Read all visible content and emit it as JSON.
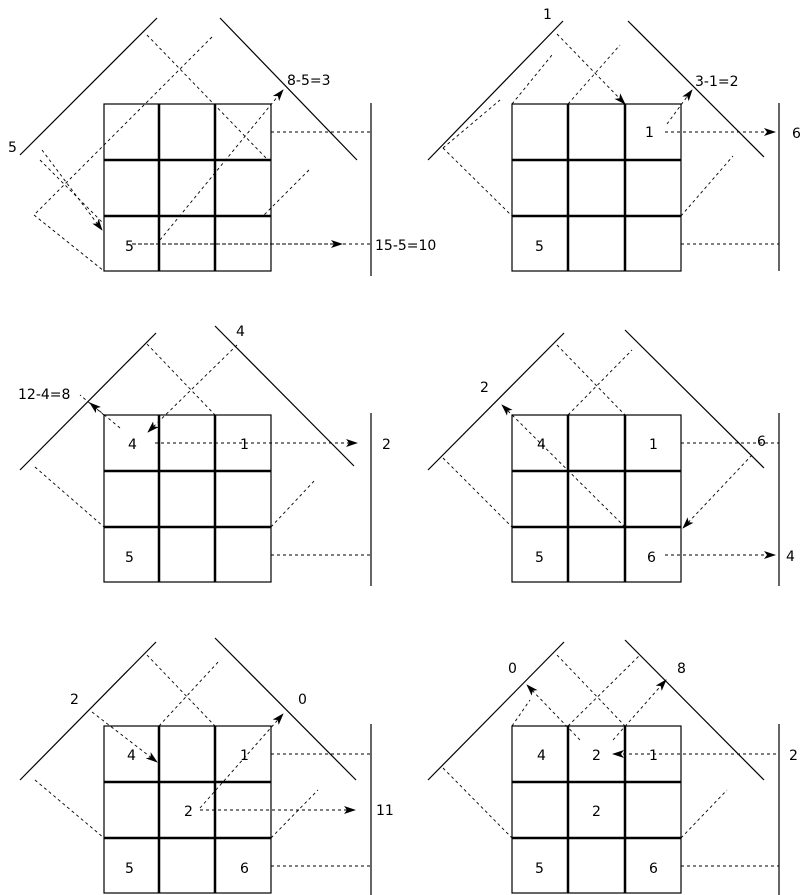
{
  "panels": [
    {
      "id": "p1",
      "cells": [
        {
          "r": 2,
          "c": 0,
          "text": "5"
        }
      ],
      "labels": {
        "left_corner": "5",
        "right_arrow": "8-5=3",
        "right_bottom": "15-5=10"
      }
    },
    {
      "id": "p2",
      "cells": [
        {
          "r": 0,
          "c": 2,
          "text": "1"
        },
        {
          "r": 2,
          "c": 0,
          "text": "5"
        }
      ],
      "labels": {
        "top_corner": "1",
        "right_arrow": "3-1=2",
        "right_top": "6"
      }
    },
    {
      "id": "p3",
      "cells": [
        {
          "r": 0,
          "c": 0,
          "text": "4"
        },
        {
          "r": 0,
          "c": 2,
          "text": "1"
        },
        {
          "r": 2,
          "c": 0,
          "text": "5"
        }
      ],
      "labels": {
        "left_arrow": "12-4=8",
        "top_right": "4",
        "right_top": "2"
      }
    },
    {
      "id": "p4",
      "cells": [
        {
          "r": 0,
          "c": 0,
          "text": "4"
        },
        {
          "r": 0,
          "c": 2,
          "text": "1"
        },
        {
          "r": 2,
          "c": 0,
          "text": "5"
        },
        {
          "r": 2,
          "c": 2,
          "text": "6"
        }
      ],
      "labels": {
        "left_corner": "2",
        "right_top": "6",
        "right_bottom": "4"
      }
    },
    {
      "id": "p5",
      "cells": [
        {
          "r": 0,
          "c": 0,
          "text": "4"
        },
        {
          "r": 0,
          "c": 2,
          "text": "1"
        },
        {
          "r": 1,
          "c": 1,
          "text": "2"
        },
        {
          "r": 2,
          "c": 0,
          "text": "5"
        },
        {
          "r": 2,
          "c": 2,
          "text": "6"
        }
      ],
      "labels": {
        "left_corner": "2",
        "right_corner": "0",
        "right_mid": "11"
      }
    },
    {
      "id": "p6",
      "cells": [
        {
          "r": 0,
          "c": 0,
          "text": "4"
        },
        {
          "r": 0,
          "c": 1,
          "text": "2"
        },
        {
          "r": 0,
          "c": 2,
          "text": "1"
        },
        {
          "r": 1,
          "c": 1,
          "text": "2"
        },
        {
          "r": 2,
          "c": 0,
          "text": "5"
        },
        {
          "r": 2,
          "c": 2,
          "text": "6"
        }
      ],
      "labels": {
        "top_left": "0",
        "top_right": "8",
        "right_top": "2"
      }
    }
  ]
}
